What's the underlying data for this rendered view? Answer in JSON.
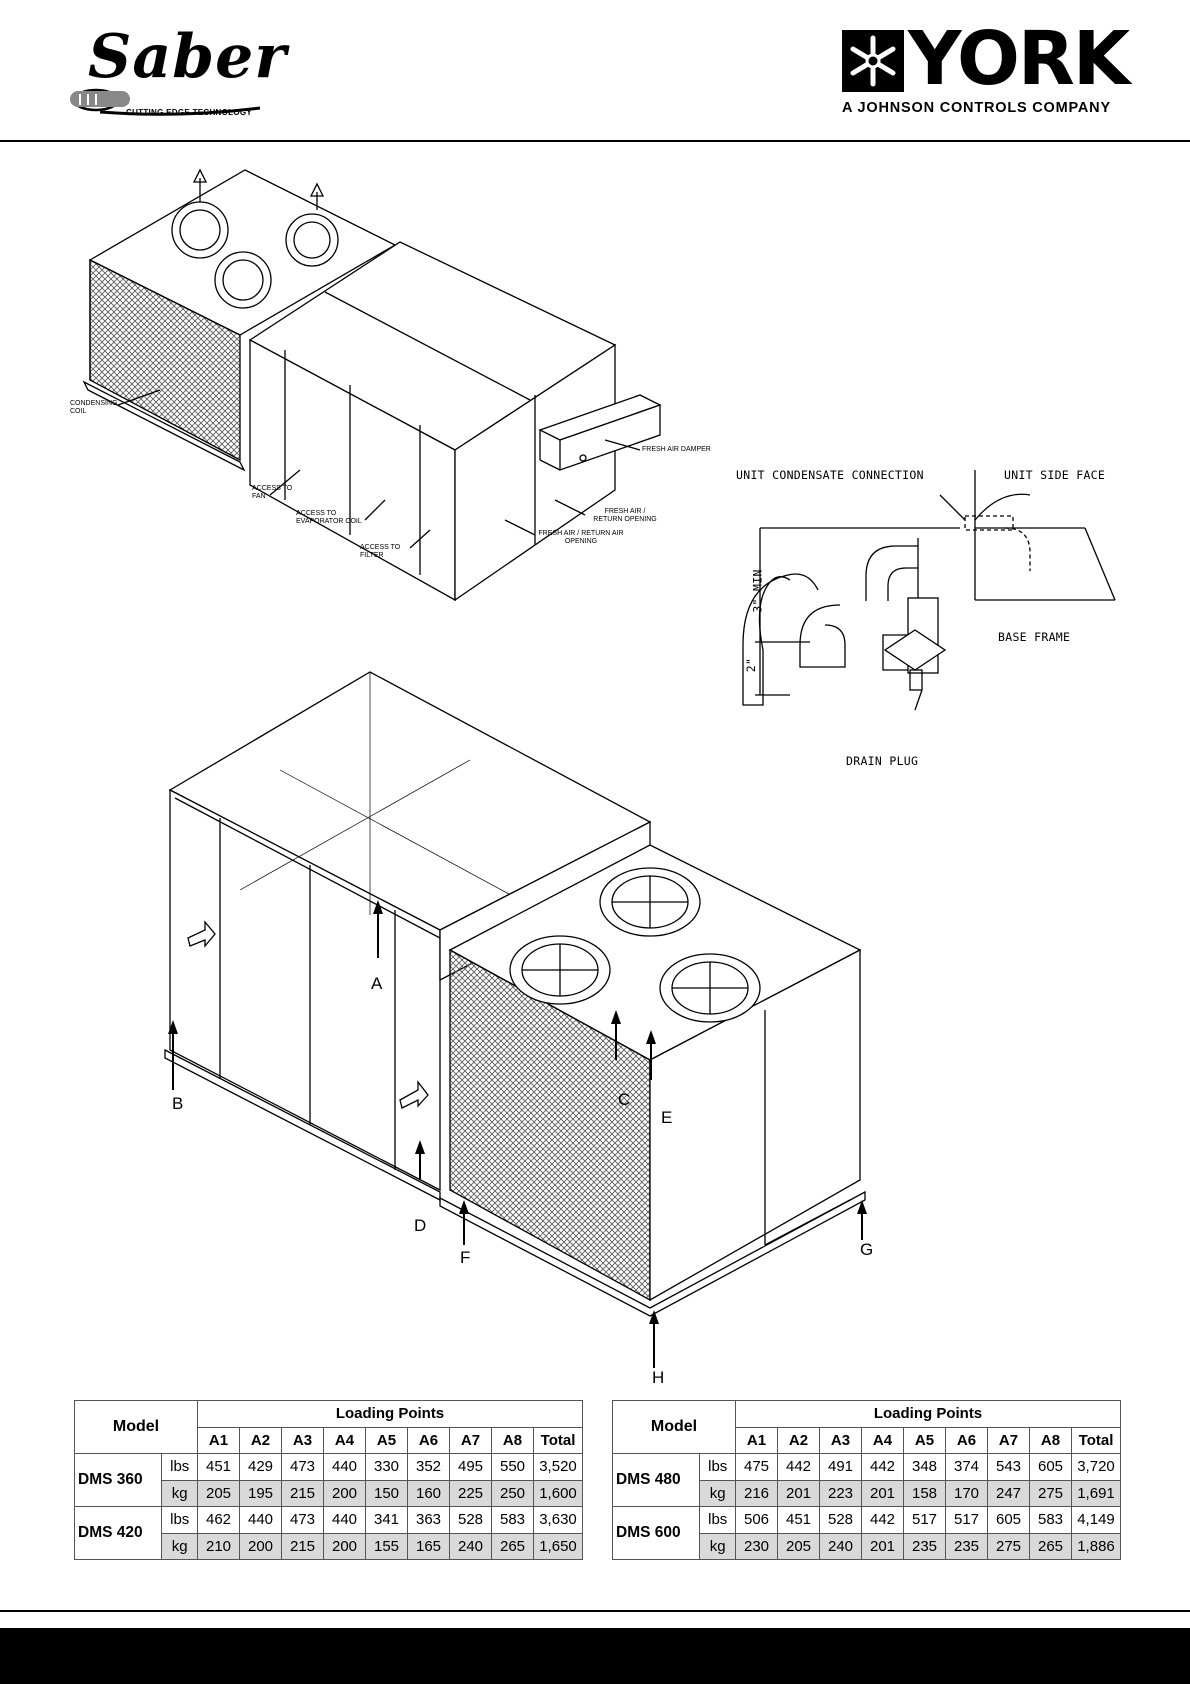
{
  "header": {
    "saber_logo": "Saber",
    "saber_tagline": "CUTTING EDGE TECHNOLOGY",
    "york_logo": "YORK",
    "york_registered": "®",
    "york_tagline": "A JOHNSON CONTROLS COMPANY"
  },
  "unit_drawing_labels": {
    "condensing_coil": "CONDENSING COIL",
    "fresh_air_damper": "FRESH AIR DAMPER",
    "access_fan": "ACCESS TO FAN",
    "access_evap": "ACCESS TO EVAPORATOR COIL",
    "access_filter": "ACCESS TO FILTER",
    "fresh_return_1": "FRESH AIR / RETURN OPENING",
    "fresh_return_2": "FRESH AIR / RETURN AIR OPENING"
  },
  "condensate_detail": {
    "unit_condensate": "UNIT CONDENSATE CONNECTION",
    "unit_side_face": "UNIT SIDE FACE",
    "base_frame": "BASE FRAME",
    "drain_plug": "DRAIN PLUG",
    "dim_3min": "3\" MIN",
    "dim_2": "2\""
  },
  "loading_points": {
    "A": "A",
    "B": "B",
    "C": "C",
    "D": "D",
    "E": "E",
    "F": "F",
    "G": "G",
    "H": "H"
  },
  "tables": [
    {
      "model_header": "Model",
      "group_header": "Loading Points",
      "columns": [
        "A1",
        "A2",
        "A3",
        "A4",
        "A5",
        "A6",
        "A7",
        "A8",
        "Total"
      ],
      "rows": [
        {
          "model": "DMS 360",
          "lbs_unit": "lbs",
          "kg_unit": "kg",
          "lbs": [
            "451",
            "429",
            "473",
            "440",
            "330",
            "352",
            "495",
            "550",
            "3,520"
          ],
          "kg": [
            "205",
            "195",
            "215",
            "200",
            "150",
            "160",
            "225",
            "250",
            "1,600"
          ]
        },
        {
          "model": "DMS 420",
          "lbs_unit": "lbs",
          "kg_unit": "kg",
          "lbs": [
            "462",
            "440",
            "473",
            "440",
            "341",
            "363",
            "528",
            "583",
            "3,630"
          ],
          "kg": [
            "210",
            "200",
            "215",
            "200",
            "155",
            "165",
            "240",
            "265",
            "1,650"
          ]
        }
      ]
    },
    {
      "model_header": "Model",
      "group_header": "Loading Points",
      "columns": [
        "A1",
        "A2",
        "A3",
        "A4",
        "A5",
        "A6",
        "A7",
        "A8",
        "Total"
      ],
      "rows": [
        {
          "model": "DMS 480",
          "lbs_unit": "lbs",
          "kg_unit": "kg",
          "lbs": [
            "475",
            "442",
            "491",
            "442",
            "348",
            "374",
            "543",
            "605",
            "3,720"
          ],
          "kg": [
            "216",
            "201",
            "223",
            "201",
            "158",
            "170",
            "247",
            "275",
            "1,691"
          ]
        },
        {
          "model": "DMS 600",
          "lbs_unit": "lbs",
          "kg_unit": "kg",
          "lbs": [
            "506",
            "451",
            "528",
            "442",
            "517",
            "517",
            "605",
            "583",
            "4,149"
          ],
          "kg": [
            "230",
            "205",
            "240",
            "201",
            "235",
            "235",
            "275",
            "265",
            "1,886"
          ]
        }
      ]
    }
  ]
}
